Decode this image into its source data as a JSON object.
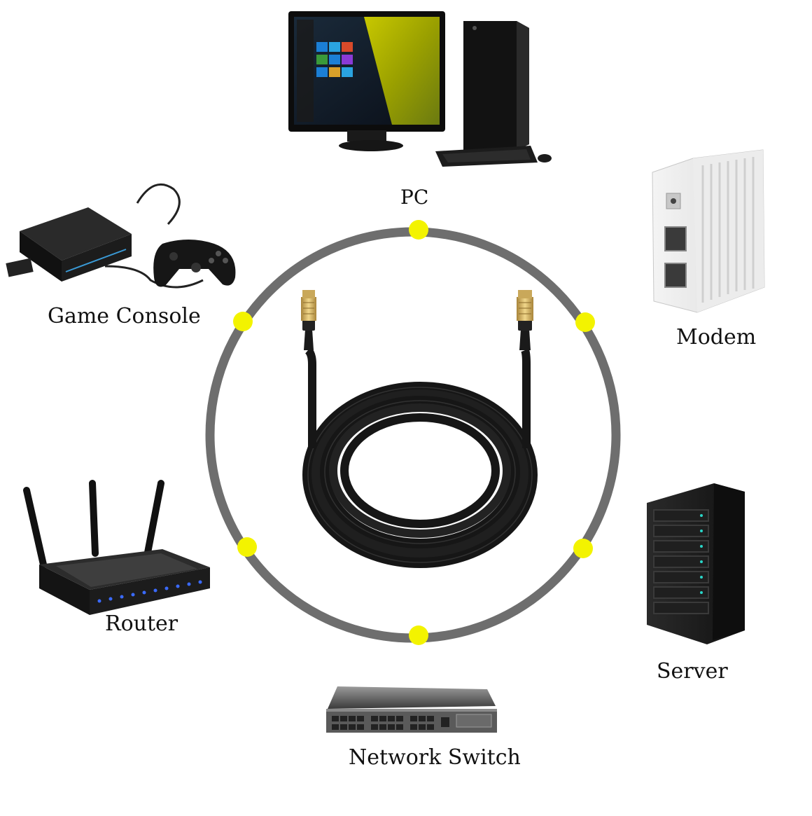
{
  "diagram": {
    "center": "ethernet-cable",
    "ring_color": "#6e6e6e",
    "connector_dot_color": "#f3f300",
    "cable_color": "#161616",
    "devices": [
      {
        "id": "pc",
        "label": "PC",
        "icon": "desktop-pc-icon"
      },
      {
        "id": "modem",
        "label": "Modem",
        "icon": "modem-icon"
      },
      {
        "id": "server",
        "label": "Server",
        "icon": "server-rack-icon"
      },
      {
        "id": "switch",
        "label": "Network Switch",
        "icon": "network-switch-icon"
      },
      {
        "id": "router",
        "label": "Router",
        "icon": "router-icon"
      },
      {
        "id": "game",
        "label": "Game Console",
        "icon": "game-console-icon"
      }
    ]
  }
}
